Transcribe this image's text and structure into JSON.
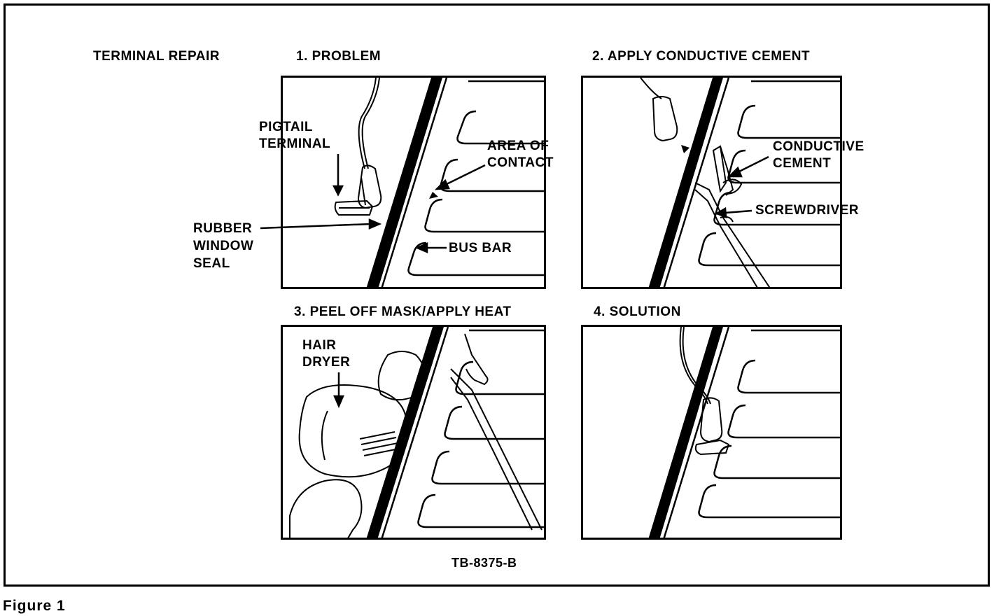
{
  "figure": {
    "title": "TERMINAL REPAIR",
    "caption": "Figure 1",
    "code": "TB-8375-B"
  },
  "panels": [
    {
      "heading": "1. PROBLEM",
      "callouts": {
        "pigtail": [
          "PIGTAIL",
          "TERMINAL"
        ],
        "area": [
          "AREA OF",
          "CONTACT"
        ],
        "seal": [
          "RUBBER",
          "WINDOW",
          "SEAL"
        ],
        "bus": "BUS BAR"
      }
    },
    {
      "heading": "2. APPLY CONDUCTIVE CEMENT",
      "callouts": {
        "cement": [
          "CONDUCTIVE",
          "CEMENT"
        ],
        "screwdriver": "SCREWDRIVER"
      }
    },
    {
      "heading": "3. PEEL OFF MASK/APPLY HEAT",
      "callouts": {
        "dryer": [
          "HAIR",
          "DRYER"
        ]
      }
    },
    {
      "heading": "4. SOLUTION",
      "callouts": {}
    }
  ]
}
